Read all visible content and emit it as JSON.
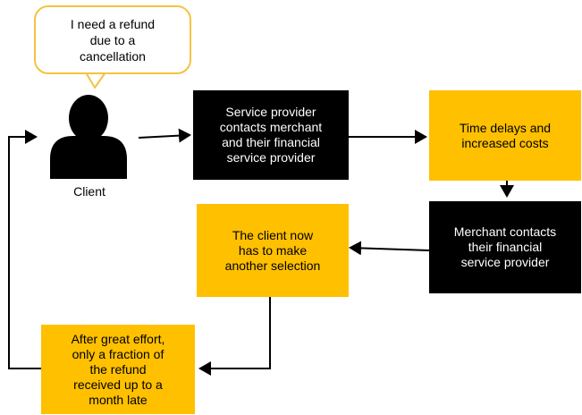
{
  "bubble": {
    "text": "I need a refund\ndue to a\ncancellation"
  },
  "client": {
    "label": "Client"
  },
  "nodes": {
    "service_provider": "Service provider\ncontacts merchant\nand their financial\nservice provider",
    "time_delays": "Time delays and\nincreased costs",
    "merchant_contacts": "Merchant contacts\ntheir financial\nservice provider",
    "another_selection": "The client now\nhas to make\nanother selection",
    "fraction_refund": "After great effort,\nonly a fraction of\nthe refund\nreceived up to a\nmonth late"
  },
  "colors": {
    "black_box": "#000000",
    "yellow_box": "#FFC000",
    "bubble_border": "#F5C242",
    "arrow": "#000000"
  }
}
